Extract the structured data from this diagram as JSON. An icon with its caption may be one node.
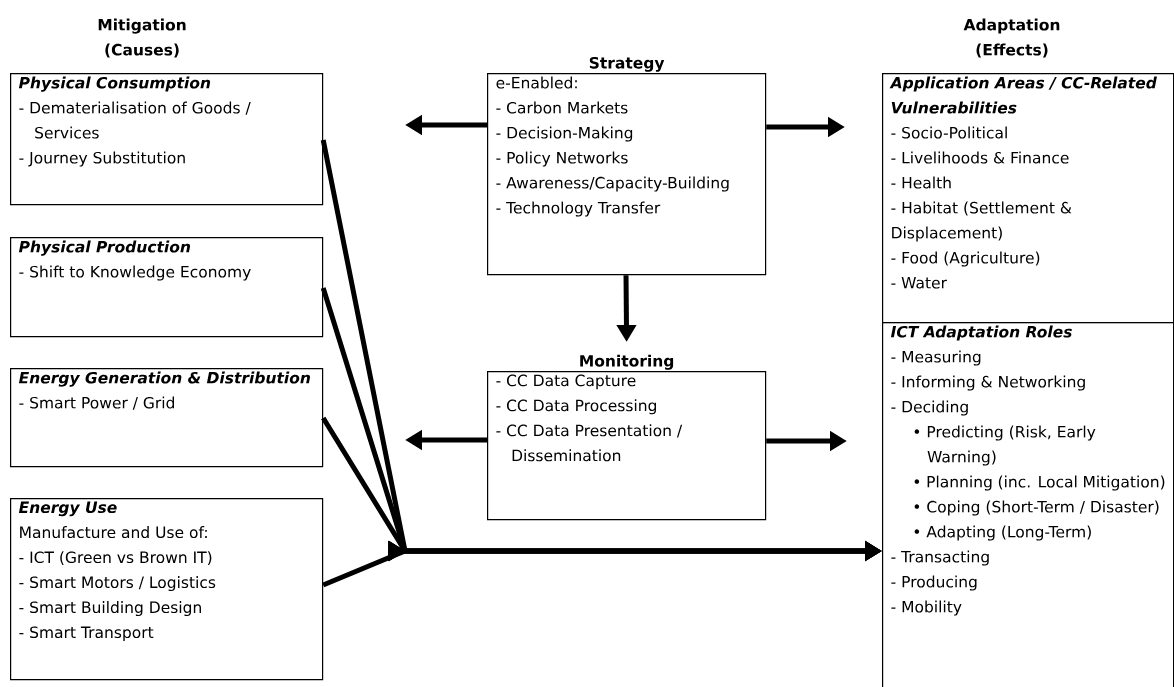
{
  "diagram": {
    "nodes": [
      {
        "text": [
          "Physical Consumption",
          "- Dematerialisation of Goods / Services",
          "- Journey Substitution"
        ]
      },
      {
        "text": [
          "Physical Production",
          "- Shift to Knowledge Economy"
        ]
      },
      {
        "text": [
          "Energy Generation & Distribution",
          "- Smart Power / Grid"
        ]
      },
      {
        "text": [
          "Energy Use",
          "Manufacture and Use of:",
          "- ICT (Green vs Brown IT)",
          "- Smart Motors / Logistics",
          "- Smart Building Design",
          "- Smart Transport"
        ]
      },
      {
        "text": [
          "Strategy",
          "e-Enabled:",
          "- Carbon Markets",
          "- Decision-Making",
          "- Policy Networks",
          "- Awareness/Capacity-Building",
          "- Technology Transfer"
        ]
      },
      {
        "text": [
          "Monitoring",
          "- CC Data Capture",
          "- CC Data Processing",
          "- CC Data Presentation / Dissemination"
        ]
      },
      {
        "text": [
          "Application Areas / CC-Related Vulnerabilities",
          "- Socio-Political",
          "- Livelihoods & Finance",
          "- Health",
          "- Habitat (Settlement & Displacement)",
          "- Food (Agriculture)",
          "- Water"
        ]
      },
      {
        "text": [
          "ICT Adaptation Roles",
          "- Measuring",
          "- Informing & Networking",
          "- Deciding",
          "• Predicting (Risk, Early Warning)",
          "• Planning (inc. Local Mitigation)",
          "• Coping (Short-Term / Disaster)",
          "• Adapting (Long-Term)",
          "- Transacting",
          "- Producing",
          "- Mobility"
        ]
      }
    ],
    "edges": [
      {
        "from": 0,
        "to": 7,
        "arrow": "to"
      },
      {
        "from": 1,
        "to": 7,
        "arrow": "to"
      },
      {
        "from": 2,
        "to": 7,
        "arrow": "to"
      },
      {
        "from": 3,
        "to": 7,
        "arrow": "to"
      },
      {
        "from": 4,
        "to": null,
        "arrow": "to"
      },
      {
        "from": 4,
        "to": null,
        "arrow": "to"
      },
      {
        "from": 4,
        "to": 5,
        "arrow": "to"
      },
      {
        "from": 5,
        "to": null,
        "arrow": "to"
      },
      {
        "from": 5,
        "to": null,
        "arrow": "to"
      }
    ],
    "labels": [
      "Mitigation (Causes)",
      "Adaptation (Effects)"
    ]
  }
}
